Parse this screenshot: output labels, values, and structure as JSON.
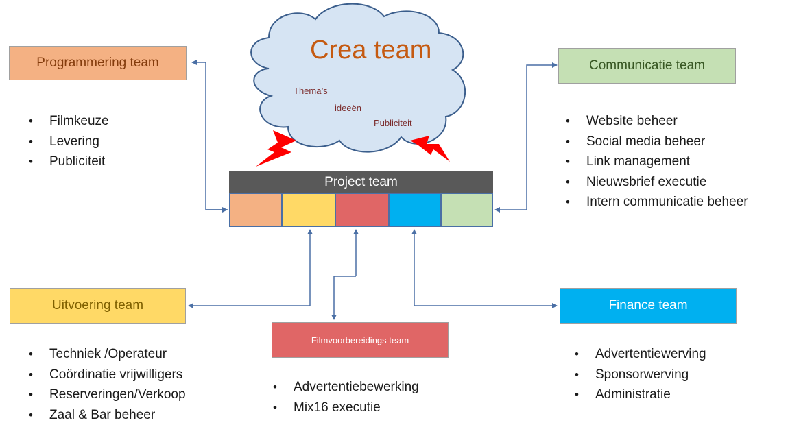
{
  "cloud": {
    "title": "Crea team",
    "words": [
      "Thema’s",
      "ideeën",
      "Publiciteit"
    ]
  },
  "project_team": {
    "label": "Project team",
    "segment_colors": [
      "#F4B183",
      "#FFD966",
      "#E06666",
      "#00B0F0",
      "#C5E0B4"
    ]
  },
  "teams": {
    "programmering": {
      "label": "Programmering team",
      "color": "#F4B183",
      "items": [
        "Filmkeuze",
        "Levering",
        "Publiciteit"
      ]
    },
    "communicatie": {
      "label": "Communicatie team",
      "color": "#C5E0B4",
      "items": [
        "Website beheer",
        "Social media beheer",
        "Link management",
        "Nieuwsbrief executie",
        "Intern communicatie beheer"
      ]
    },
    "uitvoering": {
      "label": "Uitvoering team",
      "color": "#FFD966",
      "items": [
        "Techniek /Operateur",
        "Coördinatie vrijwilligers",
        "Reserveringen/Verkoop",
        "Zaal & Bar beheer"
      ]
    },
    "filmvoorbereidings": {
      "label": "Filmvoorbereidings team",
      "color": "#E06666",
      "items": [
        "Advertentiebewerking",
        "Mix16 executie"
      ]
    },
    "finance": {
      "label": "Finance team",
      "color": "#00B0F0",
      "items": [
        "Advertentiewerving",
        "Sponsorwerving",
        "Administratie"
      ]
    }
  }
}
